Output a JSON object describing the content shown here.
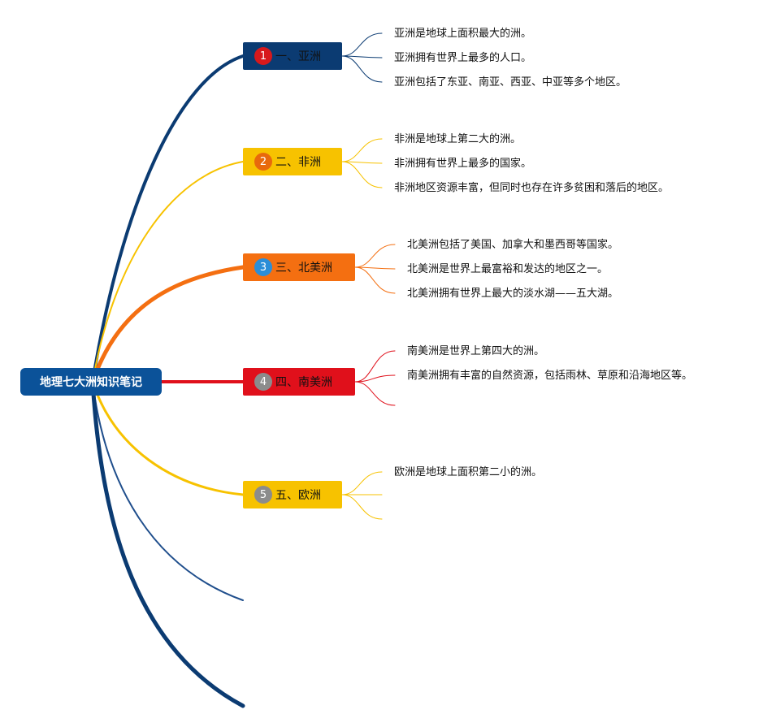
{
  "root": {
    "label": "地理七大洲知识笔记",
    "color": "#0b5299"
  },
  "branches": [
    {
      "number": "1",
      "label": "一、亚洲",
      "color": "#0b3b72",
      "text_color": "#111111",
      "badge_color": "#d7191c",
      "badge_text": "#ffffff",
      "notes": [
        "亚洲是地球上面积最大的洲。",
        "亚洲拥有世界上最多的人口。",
        "亚洲包括了东亚、南亚、西亚、中亚等多个地区。"
      ]
    },
    {
      "number": "2",
      "label": "二、非洲",
      "color": "#f7c200",
      "text_color": "#111111",
      "badge_color": "#e8690c",
      "badge_text": "#ffffff",
      "notes": [
        "非洲是地球上第二大的洲。",
        "非洲拥有世界上最多的国家。",
        "非洲地区资源丰富，但同时也存在许多贫困和落后的地区。"
      ]
    },
    {
      "number": "3",
      "label": "三、北美洲",
      "color": "#f46f11",
      "text_color": "#111111",
      "badge_color": "#2b8ed8",
      "badge_text": "#ffffff",
      "notes": [
        "北美洲包括了美国、加拿大和墨西哥等国家。",
        "北美洲是世界上最富裕和发达的地区之一。",
        "北美洲拥有世界上最大的淡水湖——五大湖。"
      ]
    },
    {
      "number": "4",
      "label": "四、南美洲",
      "color": "#e0101b",
      "text_color": "#111111",
      "badge_color": "#8c8c8c",
      "badge_text": "#ffffff",
      "notes": [
        "南美洲是世界上第四大的洲。",
        "南美洲拥有丰富的自然资源，包括雨林、草原和沿海地区等。",
        ""
      ]
    },
    {
      "number": "5",
      "label": "五、欧洲",
      "color": "#f7c200",
      "text_color": "#111111",
      "badge_color": "#8c8c8c",
      "badge_text": "#ffffff",
      "notes": [
        "欧洲是地球上面积第二小的洲。",
        "",
        ""
      ]
    }
  ],
  "colors": {
    "extra_line": "#0b3b72",
    "thin_navy": "#1f4e8c"
  }
}
